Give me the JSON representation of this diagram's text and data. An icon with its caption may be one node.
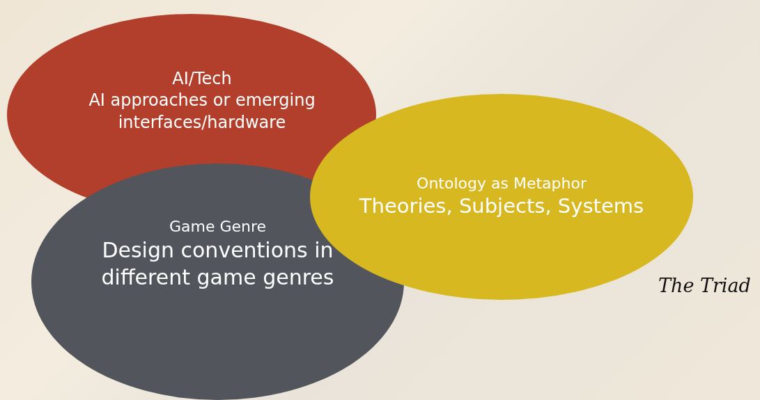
{
  "diagram": {
    "nodes": [
      {
        "text": [
          "AI/Tech",
          "AI approaches or emerging interfaces/hardware"
        ]
      },
      {
        "text": [
          "Game Genre",
          "Design conventions in different game genres"
        ]
      },
      {
        "text": [
          "Ontology as Metaphor",
          "Theories, Subjects, Systems"
        ]
      }
    ],
    "edges": [],
    "labels": [
      "The Triad"
    ]
  }
}
